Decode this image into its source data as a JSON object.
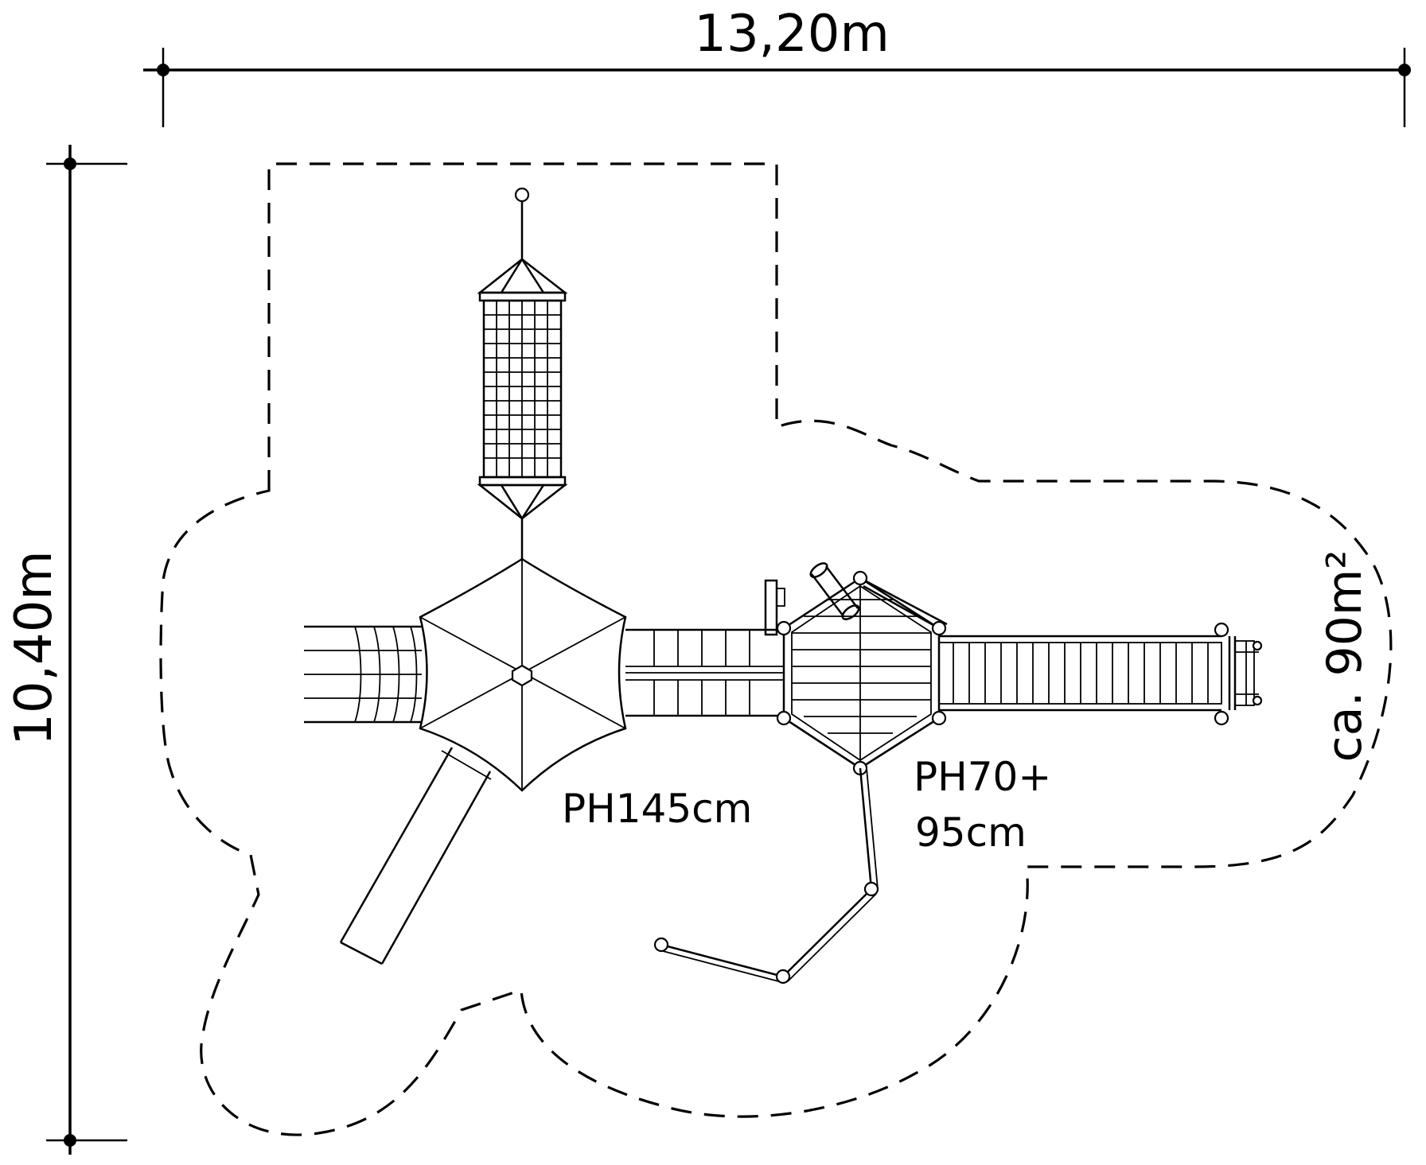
{
  "dimensions": {
    "width_label": "13,20m",
    "height_label": "10,40m"
  },
  "area_label": "ca. 90m²",
  "platform_heights": {
    "main_tower": "PH145cm",
    "hex_platform_line1": "PH70+",
    "hex_platform_line2": "95cm"
  },
  "colors": {
    "line": "#000000",
    "background": "#ffffff"
  }
}
